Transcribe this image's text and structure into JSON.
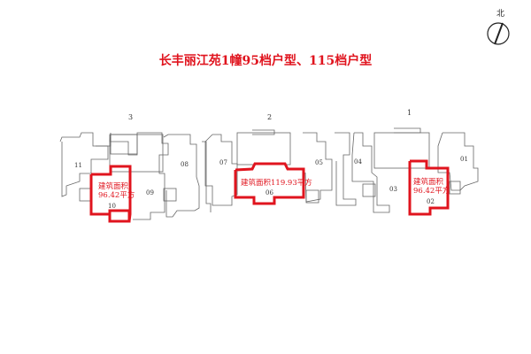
{
  "title": "长丰丽江苑1幢95档户型、115档户型",
  "north_label": "北",
  "buildings": [
    "3",
    "2",
    "1"
  ],
  "units": [
    "11",
    "10",
    "09",
    "08",
    "07",
    "06",
    "05",
    "04",
    "03",
    "02",
    "01"
  ],
  "highlights": [
    {
      "label": "建筑面积",
      "area": "96.42平方"
    },
    {
      "label": "建筑面积119.93平方"
    },
    {
      "label": "建筑面积",
      "area": "96.42平方"
    }
  ],
  "colors": {
    "highlight": "#e0141e",
    "lines": "#555555"
  }
}
